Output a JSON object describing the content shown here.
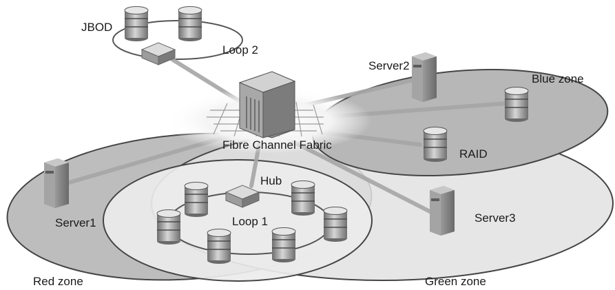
{
  "labels": {
    "jbod": "JBOD",
    "loop2": "Loop 2",
    "server2": "Server2",
    "blue_zone": "Blue zone",
    "fabric": "Fibre Channel Fabric",
    "raid": "RAID",
    "hub": "Hub",
    "server1": "Server1",
    "loop1": "Loop 1",
    "server3": "Server3",
    "red_zone": "Red zone",
    "green_zone": "Green zone"
  },
  "colors": {
    "zone_dark": "#bdbdbd",
    "zone_light": "#e4e4e4",
    "hub_area": "#ececec",
    "device": "#8c8c8c",
    "cable": "#a6a6a6"
  }
}
